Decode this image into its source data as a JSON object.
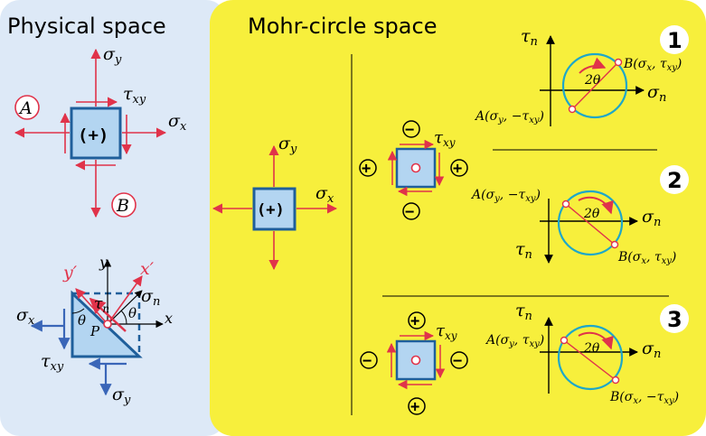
{
  "titles": {
    "physical": "Physical space",
    "mohr": "Mohr-circle space"
  },
  "physical": {
    "element_sign": "(+)",
    "sigma_y": "σ",
    "sigma_y_sub": "y",
    "tau_xy": "τ",
    "tau_xy_sub": "xy",
    "sigma_x": "σ",
    "sigma_x_sub": "x",
    "point_a": "A",
    "point_b": "B",
    "axis_y": "y",
    "axis_yp": "y′",
    "axis_x": "x",
    "axis_xp": "x′",
    "tau_n": "τ",
    "tau_n_sub": "n",
    "sigma_n": "σ",
    "sigma_n_sub": "n",
    "theta": "θ",
    "point_p": "P"
  },
  "center_element": {
    "sign": "(+)",
    "sigma_y": "σ",
    "sigma_y_sub": "y",
    "sigma_x": "σ",
    "sigma_x_sub": "x"
  },
  "cases": [
    {
      "number": "1",
      "top_sign": "−",
      "left_sign": "+",
      "right_sign": "+",
      "bottom_sign": "−",
      "tau_label": "τ",
      "tau_sub": "xy",
      "axis_tau": "τ",
      "axis_tau_sub": "n",
      "axis_sigma": "σ",
      "axis_sigma_sub": "n",
      "angle": "2θ",
      "point_a": "A(σ",
      "point_a_sub": "y",
      "point_a_rest": ", −τ",
      "point_a_sub2": "xy",
      "point_b": "B(σ",
      "point_b_sub": "x",
      "point_b_rest": ", τ",
      "point_b_sub2": "xy"
    },
    {
      "number": "2",
      "axis_tau": "τ",
      "axis_tau_sub": "n",
      "axis_sigma": "σ",
      "axis_sigma_sub": "n",
      "angle": "2θ",
      "point_a": "A(σ",
      "point_a_sub": "y",
      "point_a_rest": ", −τ",
      "point_a_sub2": "xy",
      "point_b": "B(σ",
      "point_b_sub": "x",
      "point_b_rest": ", τ",
      "point_b_sub2": "xy"
    },
    {
      "number": "3",
      "top_sign": "+",
      "left_sign": "−",
      "right_sign": "−",
      "bottom_sign": "+",
      "tau_label": "τ",
      "tau_sub": "xy",
      "axis_tau": "τ",
      "axis_tau_sub": "n",
      "axis_sigma": "σ",
      "axis_sigma_sub": "n",
      "angle": "2θ",
      "point_a": "A(σ",
      "point_a_sub": "y",
      "point_a_rest": ", τ",
      "point_a_sub2": "xy",
      "point_b": "B(σ",
      "point_b_sub": "x",
      "point_b_rest": ", −τ",
      "point_b_sub2": "xy"
    }
  ],
  "colors": {
    "physical_bg": "#dde9f7",
    "mohr_bg": "#f7ef3c",
    "element_fill": "#b3d5f1",
    "element_stroke": "#1f5f9b",
    "arrow_red": "#e0334a",
    "circle_teal": "#1ea7c9",
    "normal_blue": "#3a66b8"
  }
}
